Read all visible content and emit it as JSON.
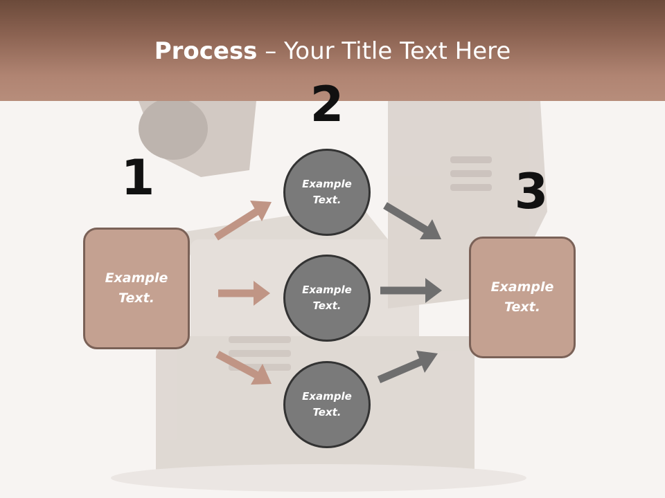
{
  "header": {
    "title_bold": "Process",
    "title_rest": " – Your Title Text Here"
  },
  "steps": [
    {
      "number": "1",
      "text": "Example Text."
    },
    {
      "number": "2"
    },
    {
      "number": "3",
      "text": "Example Text."
    }
  ],
  "circles": [
    {
      "text": "Example Text."
    },
    {
      "text": "Example Text."
    },
    {
      "text": "Example Text."
    }
  ],
  "colors": {
    "header": "#8c6352",
    "box_fill": "#c4a191",
    "box_border": "#7a6157",
    "circle_fill": "#7a7a7a",
    "arrow_left": "#c09585",
    "arrow_right": "#6e6e6e"
  }
}
